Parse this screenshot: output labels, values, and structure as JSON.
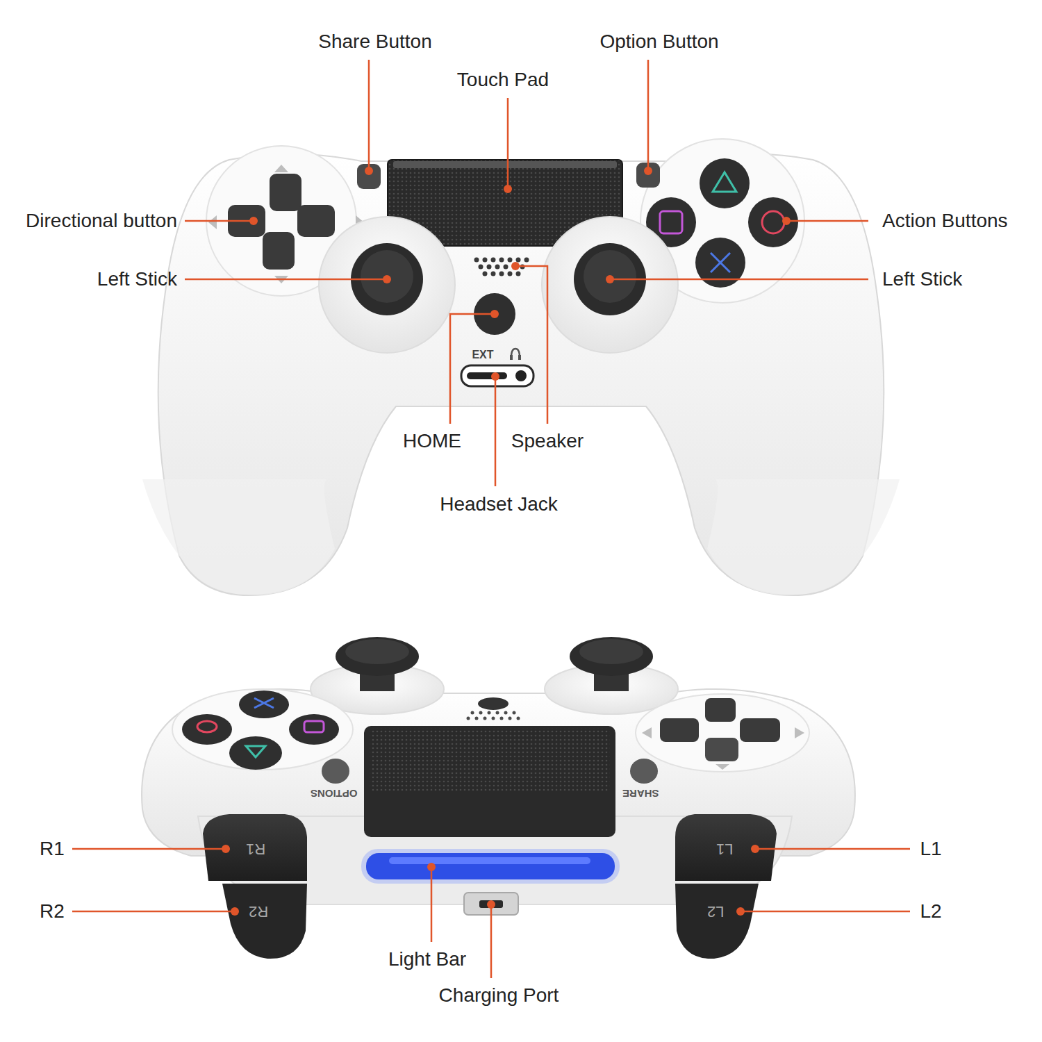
{
  "diagram": {
    "labels": [
      "Share Button",
      "Option Button",
      "Touch Pad",
      "Directional button",
      "Action Buttons",
      "Left Stick",
      "Left Stick",
      "EXT",
      "HOME",
      "Speaker",
      "Headset Jack",
      "OPTIONS",
      "SHARE",
      "R1",
      "R1",
      "L1",
      "L1",
      "R2",
      "R2",
      "L2",
      "L2",
      "Light Bar",
      "Charging Port"
    ]
  }
}
